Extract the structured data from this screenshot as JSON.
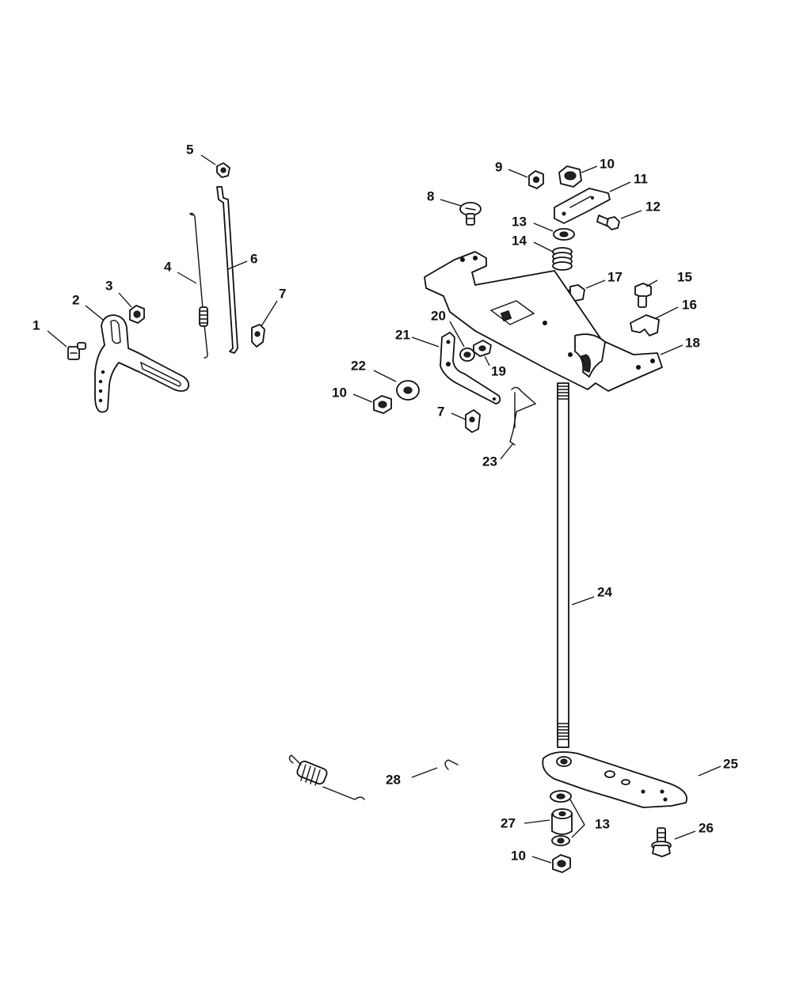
{
  "callouts": [
    {
      "id": "c1",
      "text": "1"
    },
    {
      "id": "c2",
      "text": "2"
    },
    {
      "id": "c3",
      "text": "3"
    },
    {
      "id": "c4",
      "text": "4"
    },
    {
      "id": "c5",
      "text": "5"
    },
    {
      "id": "c6",
      "text": "6"
    },
    {
      "id": "c7a",
      "text": "7"
    },
    {
      "id": "c7b",
      "text": "7"
    },
    {
      "id": "c8",
      "text": "8"
    },
    {
      "id": "c9",
      "text": "9"
    },
    {
      "id": "c10a",
      "text": "10"
    },
    {
      "id": "c10b",
      "text": "10"
    },
    {
      "id": "c10c",
      "text": "10"
    },
    {
      "id": "c11",
      "text": "11"
    },
    {
      "id": "c12",
      "text": "12"
    },
    {
      "id": "c13a",
      "text": "13"
    },
    {
      "id": "c13b",
      "text": "13"
    },
    {
      "id": "c14",
      "text": "14"
    },
    {
      "id": "c15",
      "text": "15"
    },
    {
      "id": "c16",
      "text": "16"
    },
    {
      "id": "c17",
      "text": "17"
    },
    {
      "id": "c18",
      "text": "18"
    },
    {
      "id": "c19",
      "text": "19"
    },
    {
      "id": "c20",
      "text": "20"
    },
    {
      "id": "c21",
      "text": "21"
    },
    {
      "id": "c22",
      "text": "22"
    },
    {
      "id": "c23",
      "text": "23"
    },
    {
      "id": "c24",
      "text": "24"
    },
    {
      "id": "c25",
      "text": "25"
    },
    {
      "id": "c26",
      "text": "26"
    },
    {
      "id": "c27",
      "text": "27"
    },
    {
      "id": "c28",
      "text": "28"
    }
  ]
}
